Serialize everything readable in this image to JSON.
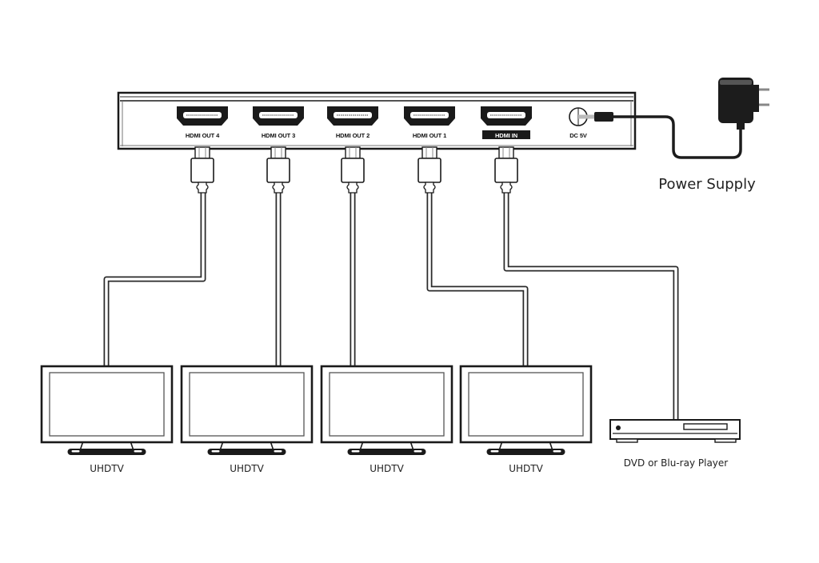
{
  "diagram": {
    "title": "HDMI 1x4 Splitter Connection Diagram",
    "splitter": {
      "ports": [
        {
          "id": "out4",
          "label": "HDMI OUT 4",
          "highlighted": false
        },
        {
          "id": "out3",
          "label": "HDMI OUT 3",
          "highlighted": false
        },
        {
          "id": "out2",
          "label": "HDMI OUT 2",
          "highlighted": false
        },
        {
          "id": "out1",
          "label": "HDMI OUT 1",
          "highlighted": false
        },
        {
          "id": "in",
          "label": "HDMI IN",
          "highlighted": true
        }
      ],
      "dc_label": "DC 5V"
    },
    "power_supply": {
      "label": "Power Supply"
    },
    "displays": [
      {
        "label": "UHDTV",
        "connected_to": "out4"
      },
      {
        "label": "UHDTV",
        "connected_to": "out3"
      },
      {
        "label": "UHDTV",
        "connected_to": "out2"
      },
      {
        "label": "UHDTV",
        "connected_to": "out1"
      }
    ],
    "source": {
      "label": "DVD or Blu-ray Player",
      "connected_to": "in"
    },
    "colors": {
      "line": "#1a1a1a",
      "cable_fill": "#ffffff",
      "adapter": "#1c1c1c",
      "background": "#ffffff"
    }
  }
}
